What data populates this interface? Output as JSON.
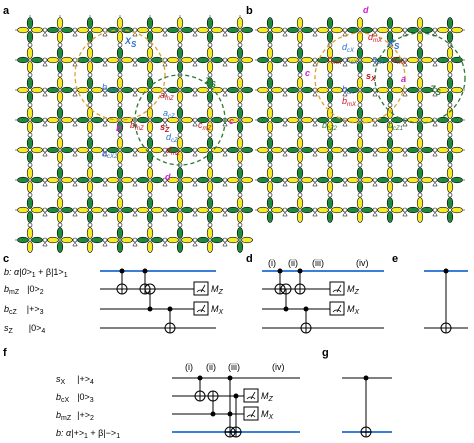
{
  "colors": {
    "yellow": "#f2ea2a",
    "green": "#1f8a3c",
    "blue": "#2e6fd1",
    "magenta": "#d21fd2",
    "red": "#d0101b",
    "orange": "#e0a028",
    "darkgreen": "#2a7a34",
    "wire": "#3a7fd5"
  },
  "panels": {
    "a": "a",
    "b": "b",
    "c": "c",
    "d": "d",
    "e": "e",
    "f": "f",
    "g": "g"
  },
  "panel_a": {
    "Xs": "X",
    "Xs_sub": "S",
    "Zs": "Z",
    "Zs_sub": "S",
    "bcX1": "b",
    "bcX1_sub": "cX1",
    "bcX2": "b",
    "bcX2_sub": "cX2",
    "amZ": "a",
    "amZ_sub": "mZ",
    "acZ": "a",
    "acZ_sub": "cZ",
    "bmZ": "b",
    "bmZ_sub": "mZ",
    "sZ": "s",
    "sZ_sub": "Z",
    "cmZ": "c",
    "cmZ_sub": "mZ",
    "dcZ": "d",
    "dcZ_sub": "cZ",
    "dmZ": "d",
    "dmZ_sub": "mZ",
    "b": "b",
    "c": "c",
    "d": "d"
  },
  "panel_b": {
    "d": "d",
    "dmX": "d",
    "dmX_sub": "mX",
    "Xs": "X",
    "Xs_sub": "S",
    "dcX": "d",
    "dcX_sub": "cX",
    "cmX": "c",
    "cmX_sub": "mX",
    "ccX": "c",
    "ccX_sub": "cX",
    "acX": "a",
    "acX_sub": "cX",
    "amX": "a",
    "amX_sub": "mX",
    "sX": "s",
    "sX_sub": "X",
    "bcX": "b",
    "bcX_sub": "cX",
    "bmX": "b",
    "bmX_sub": "mX",
    "a": "a",
    "Zs": "Z",
    "Zs_sub": "S",
    "bcZ2": "b",
    "bcZ2_sub": "cZ2",
    "bcZ1": "b",
    "bcZ1_sub": "cZ1",
    "c": "c"
  },
  "circuit_c": {
    "rows": [
      {
        "label": "b: α|0>",
        "sub1": "1",
        "mid": " + β|1>",
        "sub2": "1"
      },
      {
        "label": "b",
        "lsub": "mZ",
        "state": "|0>",
        "ssub": "2"
      },
      {
        "label": "b",
        "lsub": "cZ",
        "state": "|+>",
        "ssub": "3"
      },
      {
        "label": "s",
        "lsub": "Z",
        "state": "|0>",
        "ssub": "4"
      }
    ],
    "meas": [
      {
        "m": "M",
        "sub": "Z"
      },
      {
        "m": "M",
        "sub": "X"
      }
    ]
  },
  "circuit_d": {
    "steps": [
      "(i)",
      "(ii)",
      "(iii)",
      "(iv)"
    ],
    "meas": [
      {
        "m": "M",
        "sub": "Z"
      },
      {
        "m": "M",
        "sub": "X"
      }
    ]
  },
  "circuit_f": {
    "steps": [
      "(i)",
      "(ii)",
      "(iii)",
      "(iv)"
    ],
    "rows": [
      {
        "label": "s",
        "lsub": "X",
        "state": "|+>",
        "ssub": "4"
      },
      {
        "label": "b",
        "lsub": "cX",
        "state": "|0>",
        "ssub": "3"
      },
      {
        "label": "b",
        "lsub": "mZ",
        "state": "|+>",
        "ssub": "2"
      },
      {
        "label": "b: α|+>",
        "sub1": "1",
        "mid": " + β|−>",
        "sub2": "1"
      }
    ],
    "meas": [
      {
        "m": "M",
        "sub": "Z"
      },
      {
        "m": "M",
        "sub": "X"
      }
    ]
  }
}
